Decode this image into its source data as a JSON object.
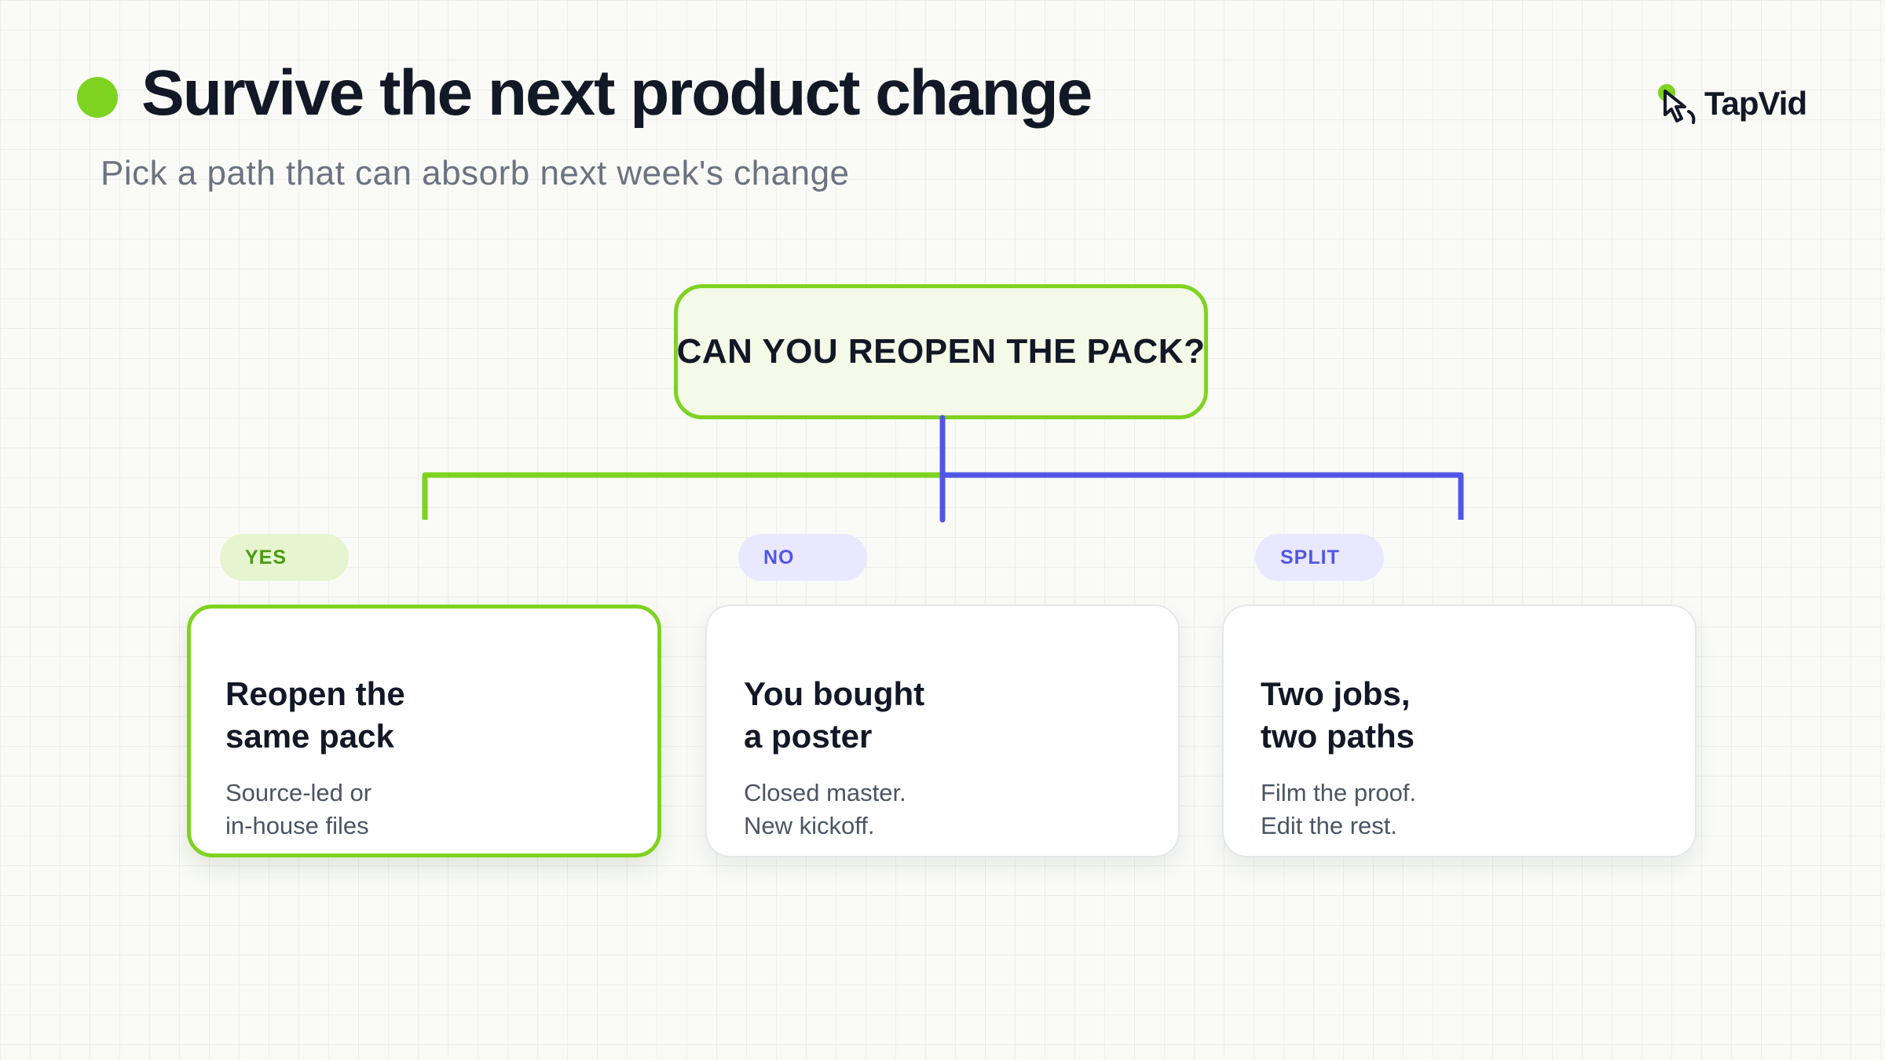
{
  "header": {
    "title": "Survive the next product change",
    "subtitle": "Pick a path that can absorb next week's change"
  },
  "logo": {
    "text": "TapVid",
    "icon": "pointer-hand-icon"
  },
  "question": {
    "text": "CAN YOU REOPEN THE PACK?"
  },
  "branches": [
    {
      "pill": "YES",
      "title_lines": [
        "Reopen the",
        "same pack"
      ],
      "body_lines": [
        "Source-led or",
        "in-house files"
      ]
    },
    {
      "pill": "NO",
      "title_lines": [
        "You bought",
        "a poster"
      ],
      "body_lines": [
        "Closed master.",
        "New kickoff."
      ]
    },
    {
      "pill": "SPLIT",
      "title_lines": [
        "Two jobs,",
        "two paths"
      ],
      "body_lines": [
        "Film the proof.",
        "Edit the rest."
      ]
    }
  ],
  "colors": {
    "accent_green": "#7ed321",
    "accent_blue": "#5156e6",
    "text_dark": "#121826",
    "text_muted": "#6b7280"
  }
}
